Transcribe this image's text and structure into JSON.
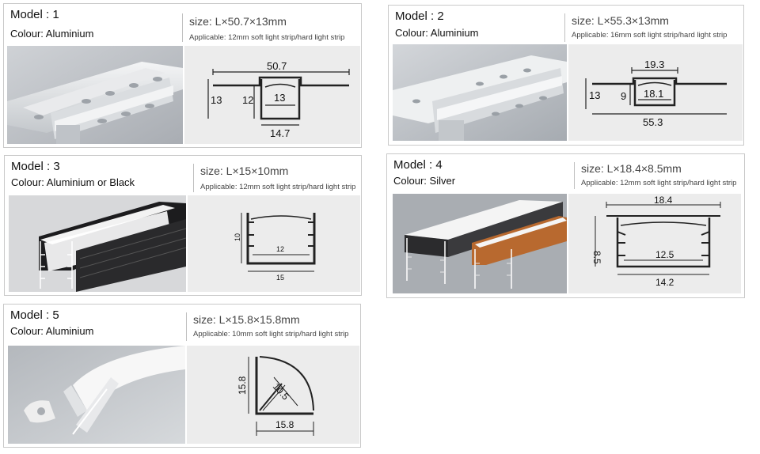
{
  "models": [
    {
      "model": "Model : 1",
      "colour": "Colour: Aluminium",
      "size": "size: L×50.7×13mm",
      "applicable": "Applicable: 12mm soft light strip/hard light strip",
      "dims": {
        "overall_width": "50.7",
        "height": "13",
        "inner_height": "12",
        "inner_width": "13",
        "bottom_width": "14.7"
      }
    },
    {
      "model": "Model : 2",
      "colour": "Colour: Aluminium",
      "size": "size: L×55.3×13mm",
      "applicable": "Applicable: 16mm soft light strip/hard light strip",
      "dims": {
        "top_width": "19.3",
        "height": "13",
        "inner_height": "9",
        "inner_width": "18.1",
        "overall_width": "55.3"
      }
    },
    {
      "model": "Model : 3",
      "colour": "Colour: Aluminium or Black",
      "size": "size: L×15×10mm",
      "applicable": "Applicable: 12mm soft light strip/hard light strip",
      "dims": {
        "height": "10",
        "inner_width": "12",
        "outer_width": "15"
      }
    },
    {
      "model": "Model : 4",
      "colour": "Colour: Silver",
      "size": "size: L×18.4×8.5mm",
      "applicable": "Applicable: 12mm soft light strip/hard light strip",
      "dims": {
        "top_width": "18.4",
        "height": "8.5",
        "inner_width": "12.5",
        "bottom_width": "14.2"
      }
    },
    {
      "model": "Model : 5",
      "colour": "Colour: Aluminium",
      "size": "size: L×15.8×15.8mm",
      "applicable": "Applicable: 10mm soft light strip/hard light strip",
      "dims": {
        "height": "15.8",
        "radius": "10.5",
        "width": "15.8"
      }
    }
  ]
}
